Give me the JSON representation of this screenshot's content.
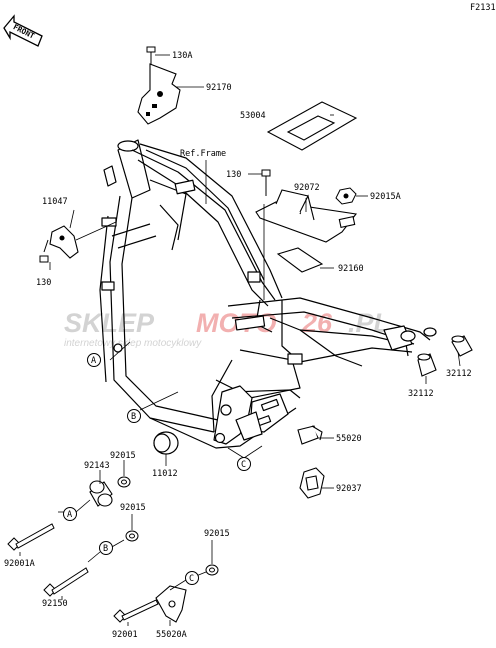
{
  "diagram_code": "F2131",
  "front_label": "FRONT",
  "ref_frame": "Ref.Frame",
  "watermark": {
    "brand_a": "SKLEP",
    "brand_b": "MOTO",
    "brand_c": "26",
    "brand_d": ".PL",
    "tagline": "internetowy sklep motocyklowy",
    "color_grey": "#d3d3d3",
    "color_red": "#f2b0b0"
  },
  "parts": {
    "p130a": "130A",
    "p92170": "92170",
    "p53004": "53004",
    "p130_top": "130",
    "p92072": "92072",
    "p92015a": "92015A",
    "p92160": "92160",
    "p11047": "11047",
    "p130_left": "130",
    "p32112_right": "32112",
    "p32112_left": "32112",
    "p55020": "55020",
    "p92037": "92037",
    "p11012": "11012",
    "p92015_a": "92015",
    "p92143": "92143",
    "p92015_b": "92015",
    "p92001a": "92001A",
    "p92150": "92150",
    "p92015_c": "92015",
    "p92001": "92001",
    "p55020a": "55020A"
  },
  "callouts": {
    "a": "A",
    "b": "B",
    "c": "C"
  }
}
